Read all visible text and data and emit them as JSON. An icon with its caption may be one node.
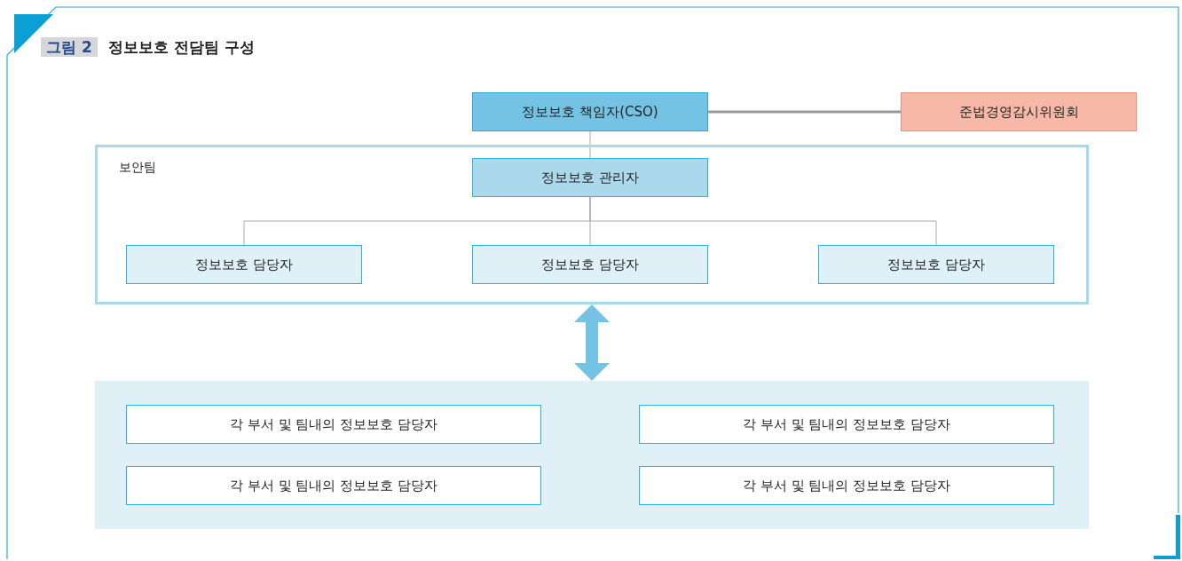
{
  "diagram": {
    "title": "정보보호 전담팀 구성",
    "nodes": [
      {
        "text": [
          "정보보호 책임자(CSO)"
        ]
      },
      {
        "text": [
          "준법경영감시위원회"
        ]
      },
      {
        "text": [
          "보안팀"
        ]
      },
      {
        "text": [
          "정보보호 관리자"
        ],
        "in": 2
      },
      {
        "text": [
          "정보보호 담당자"
        ],
        "in": 2
      },
      {
        "text": [
          "정보보호 담당자"
        ],
        "in": 2
      },
      {
        "text": [
          "정보보호 담당자"
        ],
        "in": 2
      },
      {
        "text": [],
        "shape": "box"
      },
      {
        "text": [
          "각 부서 및 팀내의 정보보호 담당자"
        ],
        "in": 7
      },
      {
        "text": [
          "각 부서 및 팀내의 정보보호 담당자"
        ],
        "in": 7
      },
      {
        "text": [
          "각 부서 및 팀내의 정보보호 담당자"
        ],
        "in": 7
      },
      {
        "text": [
          "각 부서 및 팀내의 정보보호 담당자"
        ],
        "in": 7
      }
    ],
    "edges": [
      {
        "from": 0,
        "to": 1,
        "arrow": "none",
        "style": "thick"
      },
      {
        "from": 0,
        "to": 3,
        "arrow": "none"
      },
      {
        "from": 3,
        "to": 4,
        "arrow": "none"
      },
      {
        "from": 3,
        "to": 5,
        "arrow": "none"
      },
      {
        "from": 3,
        "to": 6,
        "arrow": "none"
      },
      {
        "from": 2,
        "to": 7,
        "arrow": "both",
        "style": "thick",
        "color": "#74c2e4"
      }
    ],
    "labels": [
      "그림 2"
    ]
  }
}
